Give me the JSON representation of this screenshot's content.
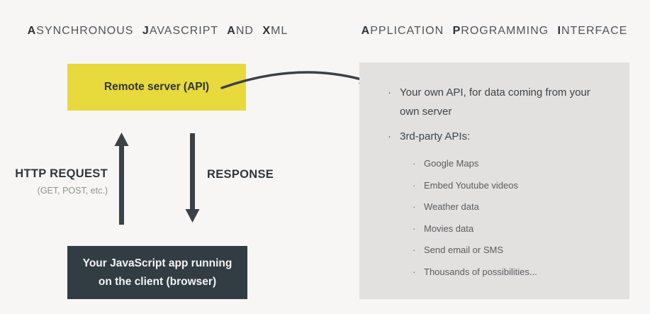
{
  "colors": {
    "background": "#f7f6f5",
    "server_box_yellow": "#e8d93c",
    "client_box_dark": "#323c43",
    "panel_gray": "#e2e1e0",
    "arrow_dark": "#3a4147",
    "title_bold": "#2c3237",
    "title_regular": "#50545a"
  },
  "titles": {
    "ajax": {
      "b1": "A",
      "r1": "SYNCHRONOUS ",
      "b2": "J",
      "r2": "AVASCRIPT ",
      "b3": "A",
      "r3": "ND ",
      "b4": "X",
      "r4": "ML"
    },
    "api": {
      "b1": "A",
      "r1": "PPLICATION ",
      "b2": "P",
      "r2": "ROGRAMMING ",
      "b3": "I",
      "r3": "NTERFACE"
    }
  },
  "flow": {
    "server_box_label": "Remote server (API)",
    "client_box_line1": "Your JavaScript app running",
    "client_box_line2": "on the client (browser)",
    "request_label": "HTTP REQUEST",
    "request_detail": "(GET, POST, etc.)",
    "response_label": "RESPONSE"
  },
  "panel": {
    "bullet": "·",
    "items": [
      "Your own API, for data coming from your own server",
      "3rd-party APIs:"
    ],
    "sub_items": [
      "Google Maps",
      "Embed Youtube videos",
      "Weather data",
      "Movies data",
      "Send email or SMS",
      "Thousands of possibilities..."
    ]
  }
}
